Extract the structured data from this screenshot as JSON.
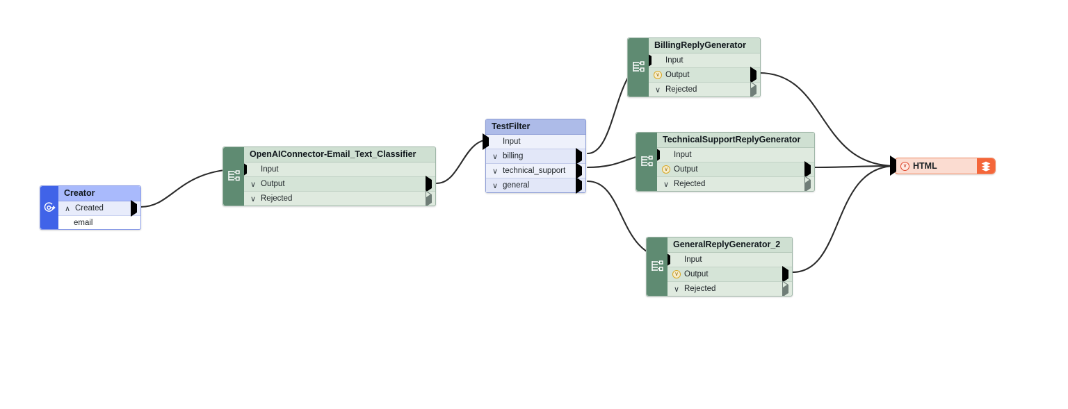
{
  "canvas": {
    "background": "#ffffff",
    "edge_color": "#2b2b2b"
  },
  "nodes": {
    "creator": {
      "title": "Creator",
      "icon": "trigger-event-icon",
      "accent": "#4063e8",
      "ports": [
        {
          "label": "Created",
          "chevron": "up",
          "has_output_arrow": true
        }
      ],
      "sub_rows": [
        {
          "label": "email"
        }
      ]
    },
    "classifier": {
      "title": "OpenAIConnector-Email_Text_Classifier",
      "icon": "flow-schema-icon",
      "accent": "#5f8b72",
      "ports": [
        {
          "label": "Input",
          "glyph": "input-arrow"
        },
        {
          "label": "Output",
          "glyph": "chevron-down",
          "arrow": "filled"
        },
        {
          "label": "Rejected",
          "glyph": "chevron-down",
          "arrow": "outline"
        }
      ]
    },
    "test_filter": {
      "title": "TestFilter",
      "accent": "#adbbe8",
      "ports": [
        {
          "label": "Input",
          "glyph": "input-arrow"
        },
        {
          "label": "billing",
          "glyph": "chevron-down",
          "arrow": "filled"
        },
        {
          "label": "technical_support",
          "glyph": "chevron-down",
          "arrow": "filled"
        },
        {
          "label": "general",
          "glyph": "chevron-down",
          "arrow": "filled"
        }
      ]
    },
    "billing_reply": {
      "title": "BillingReplyGenerator",
      "icon": "flow-schema-icon",
      "accent": "#5f8b72",
      "ports": [
        {
          "label": "Input",
          "glyph": "input-arrow"
        },
        {
          "label": "Output",
          "glyph": "circle-chevron-warning",
          "arrow": "filled"
        },
        {
          "label": "Rejected",
          "glyph": "chevron-down",
          "arrow": "outline"
        }
      ]
    },
    "technical_reply": {
      "title": "TechnicalSupportReplyGenerator",
      "icon": "flow-schema-icon",
      "accent": "#5f8b72",
      "ports": [
        {
          "label": "Input",
          "glyph": "input-arrow"
        },
        {
          "label": "Output",
          "glyph": "circle-chevron-warning",
          "arrow": "filled"
        },
        {
          "label": "Rejected",
          "glyph": "chevron-down",
          "arrow": "outline"
        }
      ]
    },
    "general_reply": {
      "title": "GeneralReplyGenerator_2",
      "icon": "flow-schema-icon",
      "accent": "#5f8b72",
      "ports": [
        {
          "label": "Input",
          "glyph": "input-arrow"
        },
        {
          "label": "Output",
          "glyph": "circle-chevron-warning",
          "arrow": "filled"
        },
        {
          "label": "Rejected",
          "glyph": "chevron-down",
          "arrow": "outline"
        }
      ]
    },
    "html_output": {
      "title": "HTML",
      "icon": "layers-stack-icon",
      "accent": "#f4663a"
    }
  }
}
